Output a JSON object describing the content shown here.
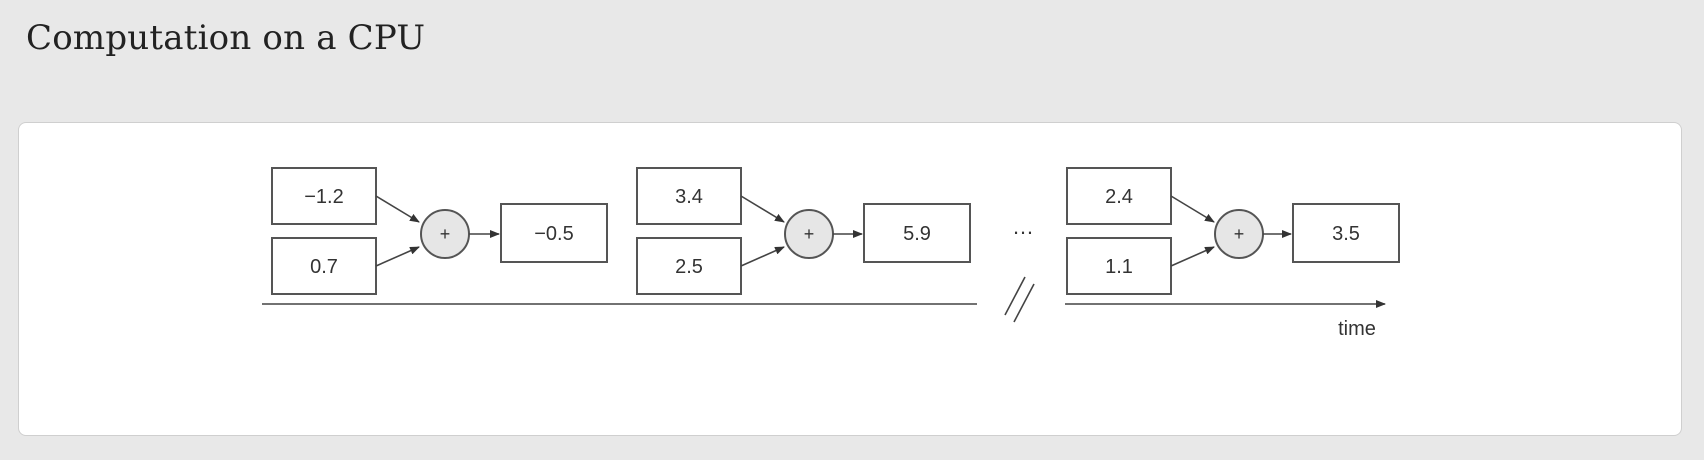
{
  "page": {
    "title": "Computation on a CPU"
  },
  "diagram": {
    "steps": [
      {
        "input_a": "−1.2",
        "input_b": "0.7",
        "operator": "+",
        "output": "−0.5"
      },
      {
        "input_a": "3.4",
        "input_b": "2.5",
        "operator": "+",
        "output": "5.9"
      },
      {
        "input_a": "2.4",
        "input_b": "1.1",
        "operator": "+",
        "output": "3.5"
      }
    ],
    "ellipsis": "…",
    "axis_label": "time"
  },
  "colors": {
    "background": "#e8e8e8",
    "card": "#ffffff",
    "stroke": "#555555",
    "circle_fill": "#e6e6e6"
  }
}
